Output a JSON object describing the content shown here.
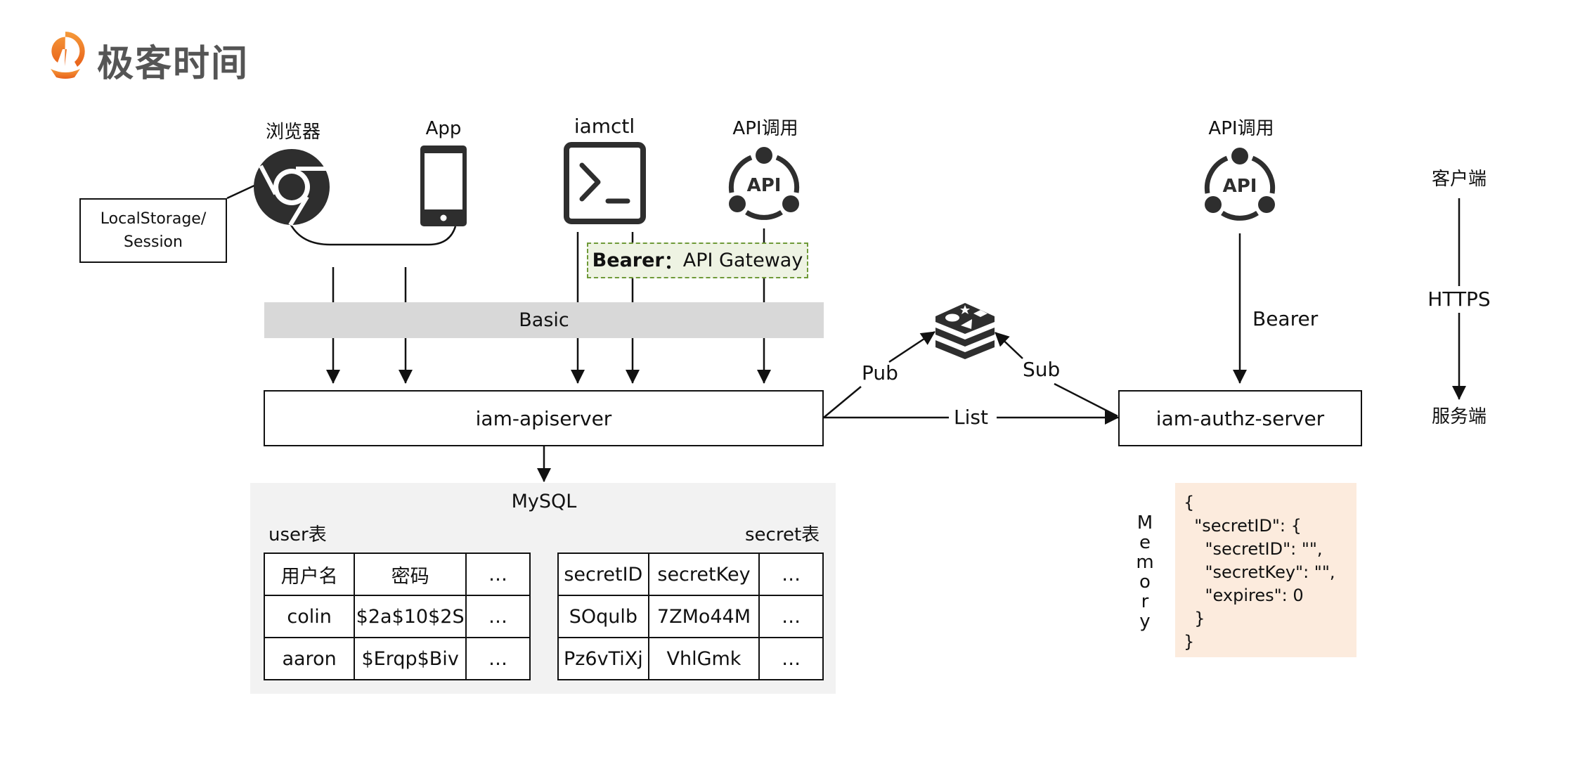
{
  "brand": {
    "name": "极客时间",
    "logo_color": "#f07a22",
    "text_color": "#555555"
  },
  "clients": {
    "browser_label": "浏览器",
    "app_label": "App",
    "cli_label": "iamctl",
    "api_call_label": "API调用",
    "api_call_right_label": "API调用",
    "api_icon_text": "API",
    "local_storage_label": "LocalStorage/\nSession"
  },
  "auth": {
    "basic_label": "Basic",
    "bearer_gateway_bold": "Bearer",
    "bearer_gateway_sep": "：",
    "bearer_gateway_rest": "API Gateway",
    "bearer_right_label": "Bearer",
    "bearer_box_bg": "#eef3e3",
    "bearer_box_border": "#6f9a38"
  },
  "servers": {
    "apiserver_label": "iam-apiserver",
    "authz_label": "iam-authz-server",
    "pub_label": "Pub",
    "sub_label": "Sub",
    "list_label": "List"
  },
  "legend": {
    "client_label": "客户端",
    "protocol_label": "HTTPS",
    "server_label": "服务端"
  },
  "mysql": {
    "title": "MySQL",
    "user_table": {
      "title": "user表",
      "rows": [
        [
          "用户名",
          "密码",
          "…"
        ],
        [
          "colin",
          "$2a$10$2S",
          "…"
        ],
        [
          "aaron",
          "$Erqp$Biv",
          "…"
        ]
      ]
    },
    "secret_table": {
      "title": "secret表",
      "rows": [
        [
          "secretID",
          "secretKey",
          "…"
        ],
        [
          "SOqulb",
          "7ZMo44M",
          "…"
        ],
        [
          "Pz6vTiXj",
          "VhlGmk",
          "…"
        ]
      ]
    }
  },
  "memory": {
    "label": "Memory",
    "content": "{\n  \"secretID\": {\n    \"secretID\": \"\",\n    \"secretKey\": \"\",\n    \"expires\": 0\n  }\n}",
    "bg_color": "#fcebdd"
  }
}
